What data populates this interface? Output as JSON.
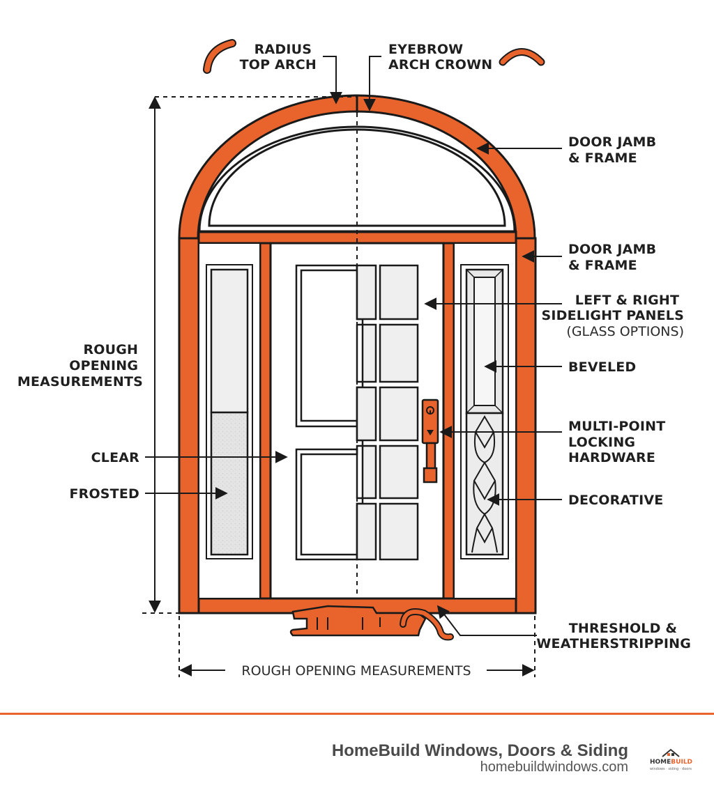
{
  "colors": {
    "accent": "#e8642c",
    "outline": "#1a1a1a",
    "glass": "#efefef",
    "frosted": "#e2e2e2",
    "footer_rule": "#e8642c"
  },
  "labels": {
    "radius_top_arch": [
      "RADIUS",
      "TOP ARCH"
    ],
    "eyebrow_arch_crown": [
      "EYEBROW",
      "ARCH CROWN"
    ],
    "door_jamb_top": [
      "DOOR JAMB",
      "& FRAME"
    ],
    "door_jamb_side": [
      "DOOR JAMB",
      "& FRAME"
    ],
    "sidelight_panels": [
      "LEFT & RIGHT",
      "SIDELIGHT PANELS"
    ],
    "glass_options": "(GLASS OPTIONS)",
    "beveled": "BEVELED",
    "locking_hardware": [
      "MULTI-POINT",
      "LOCKING",
      "HARDWARE"
    ],
    "decorative": "DECORATIVE",
    "rough_opening_vertical": [
      "ROUGH",
      "OPENING",
      "MEASUREMENTS"
    ],
    "clear": "CLEAR",
    "frosted": "FROSTED",
    "threshold": [
      "THRESHOLD &",
      "WEATHERSTRIPPING"
    ],
    "rough_opening_horizontal": "ROUGH OPENING MEASUREMENTS"
  },
  "footer": {
    "company": "HomeBuild Windows, Doors & Siding",
    "url": "homebuildwindows.com",
    "logo_home": "HOME",
    "logo_build": "BUILD",
    "logo_tagline": "windows · siding · doors"
  }
}
